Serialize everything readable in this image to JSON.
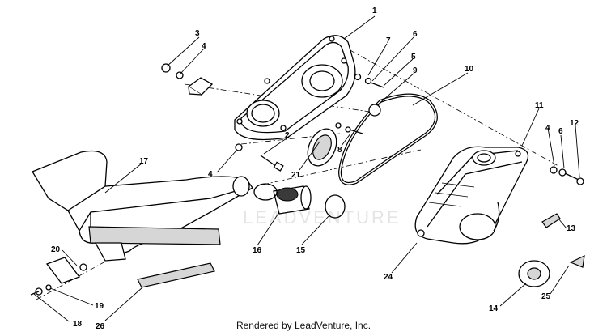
{
  "diagram": {
    "callouts": [
      "1",
      "2",
      "3",
      "4",
      "5",
      "6",
      "7",
      "8",
      "9",
      "10",
      "11",
      "12",
      "13",
      "14",
      "15",
      "16",
      "17",
      "18",
      "19",
      "20",
      "21",
      "24",
      "25",
      "26"
    ],
    "watermark": "LEADVENTURE"
  },
  "footer": {
    "credit": "Rendered by LeadVenture, Inc."
  }
}
